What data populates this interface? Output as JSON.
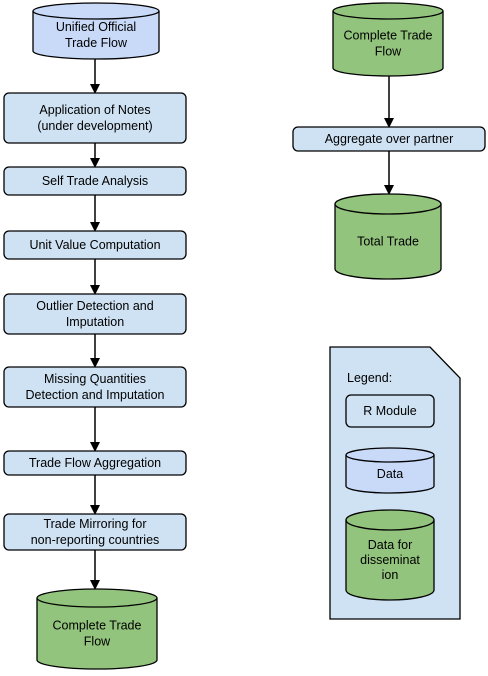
{
  "colors": {
    "process_fill": "#cfe2f3",
    "data_fill": "#c9daf8",
    "output_fill": "#93c47d",
    "legend_fill": "#cfe2f3",
    "stroke": "#000000"
  },
  "left_flow": {
    "input": [
      "Unified Official",
      "Trade Flow"
    ],
    "steps": [
      [
        "Application of Notes",
        "(under development)"
      ],
      [
        "Self Trade Analysis"
      ],
      [
        "Unit Value Computation"
      ],
      [
        "Outlier Detection and",
        "Imputation"
      ],
      [
        "Missing Quantities",
        "Detection and Imputation"
      ],
      [
        "Trade Flow Aggregation"
      ],
      [
        "Trade Mirroring for",
        "non-reporting countries"
      ]
    ],
    "output": [
      "Complete Trade",
      "Flow"
    ]
  },
  "right_flow": {
    "input": [
      "Complete Trade",
      "Flow"
    ],
    "step": [
      "Aggregate over partner"
    ],
    "output": [
      "Total Trade"
    ]
  },
  "legend": {
    "title": "Legend:",
    "module": [
      "R Module"
    ],
    "data": [
      "Data"
    ],
    "dissemination": [
      "Data for",
      "disseminat",
      "ion"
    ]
  }
}
